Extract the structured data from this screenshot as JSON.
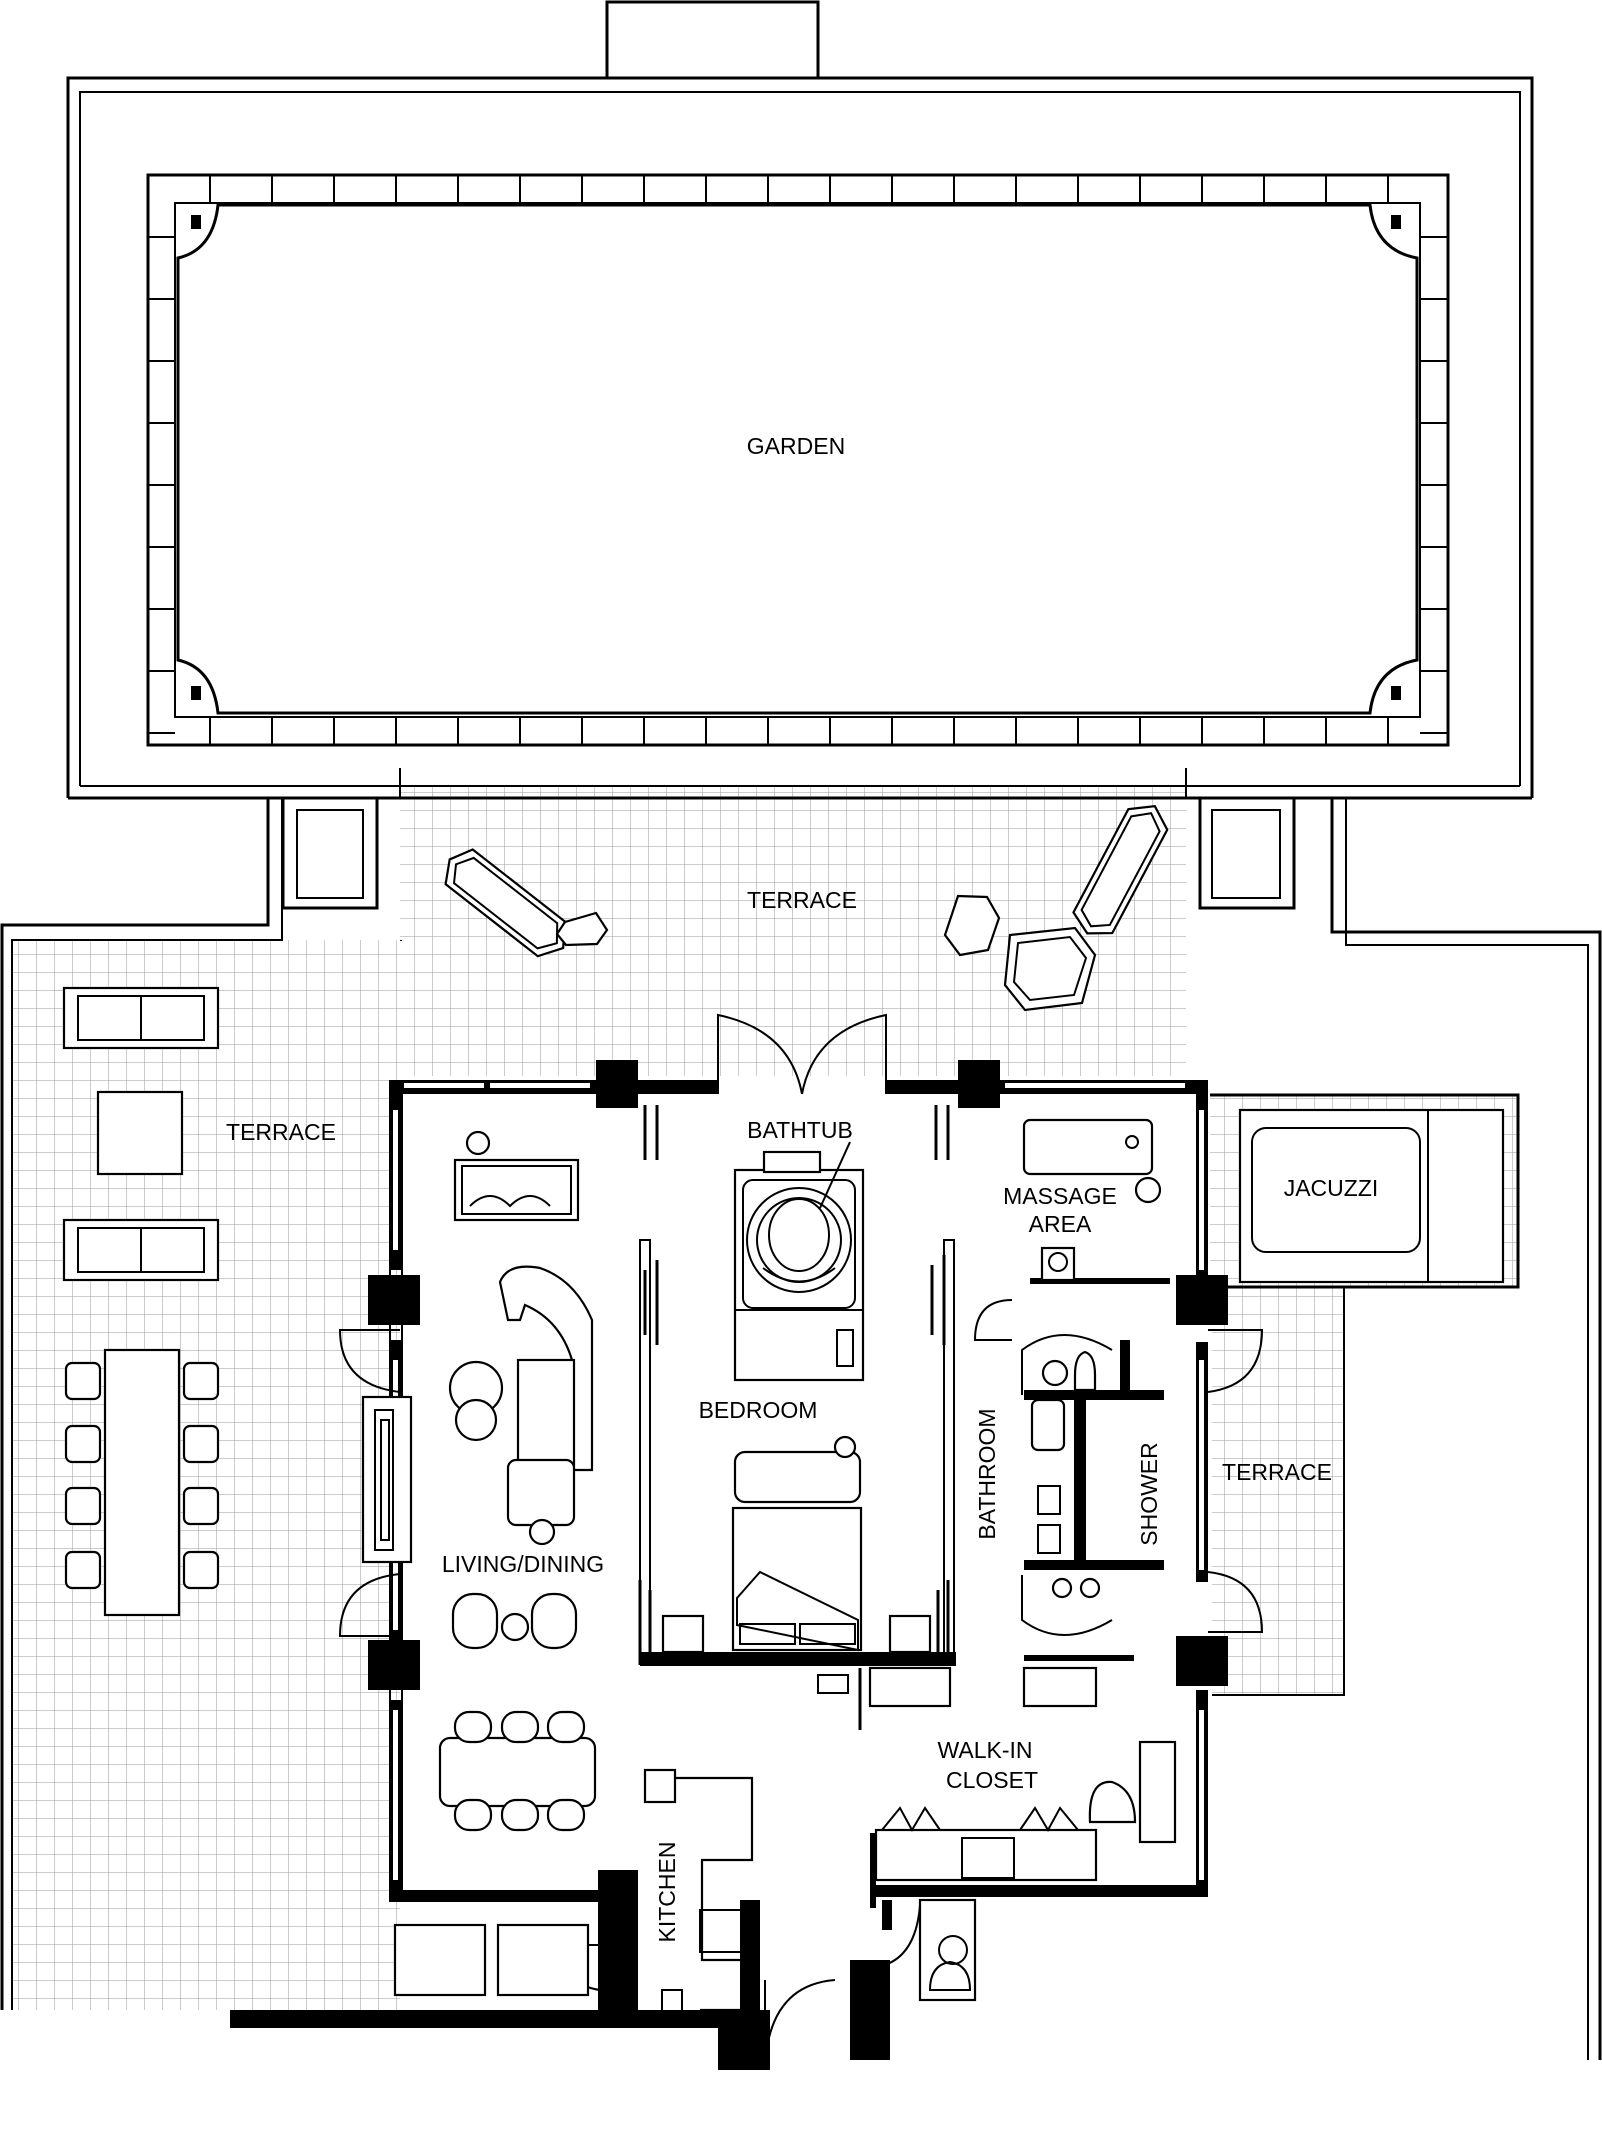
{
  "labels": {
    "garden": "GARDEN",
    "terrace_top": "TERRACE",
    "terrace_left": "TERRACE",
    "terrace_right": "TERRACE",
    "jacuzzi": "JACUZZI",
    "bathtub": "BATHTUB",
    "massage_line1": "MASSAGE",
    "massage_line2": "AREA",
    "bedroom": "BEDROOM",
    "living_dining": "LIVING/DINING",
    "bathroom": "BATHROOM",
    "shower": "SHOWER",
    "walkin_line1": "WALK-IN",
    "walkin_line2": "CLOSET",
    "kitchen": "KITCHEN"
  },
  "colors": {
    "ink": "#000000",
    "paper": "#ffffff",
    "tile_grid": "#9a9a9a"
  }
}
